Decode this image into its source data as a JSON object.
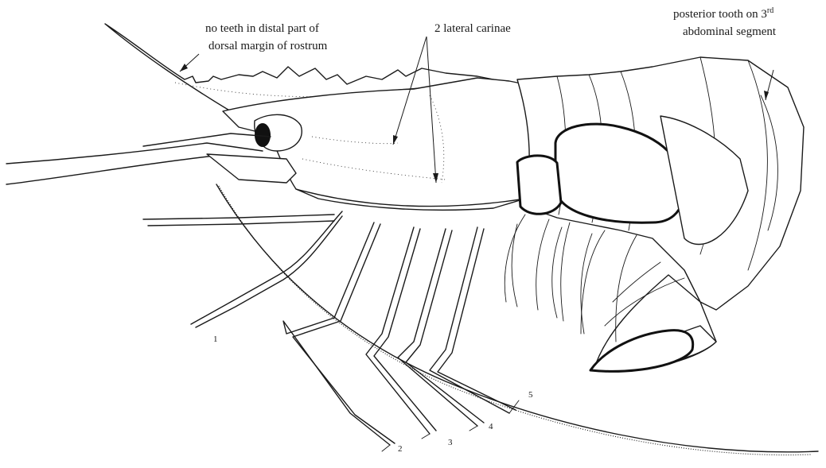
{
  "annotations": {
    "rostrum_line1": "no teeth in distal part of",
    "rostrum_line2": "dorsal margin of rostrum",
    "carinae": "2 lateral carinae",
    "tooth_line1_pre": "posterior tooth on 3",
    "tooth_line1_sup": "rd",
    "tooth_line2": "abdominal segment"
  },
  "leg_numbers": [
    "1",
    "2",
    "3",
    "4",
    "5"
  ]
}
